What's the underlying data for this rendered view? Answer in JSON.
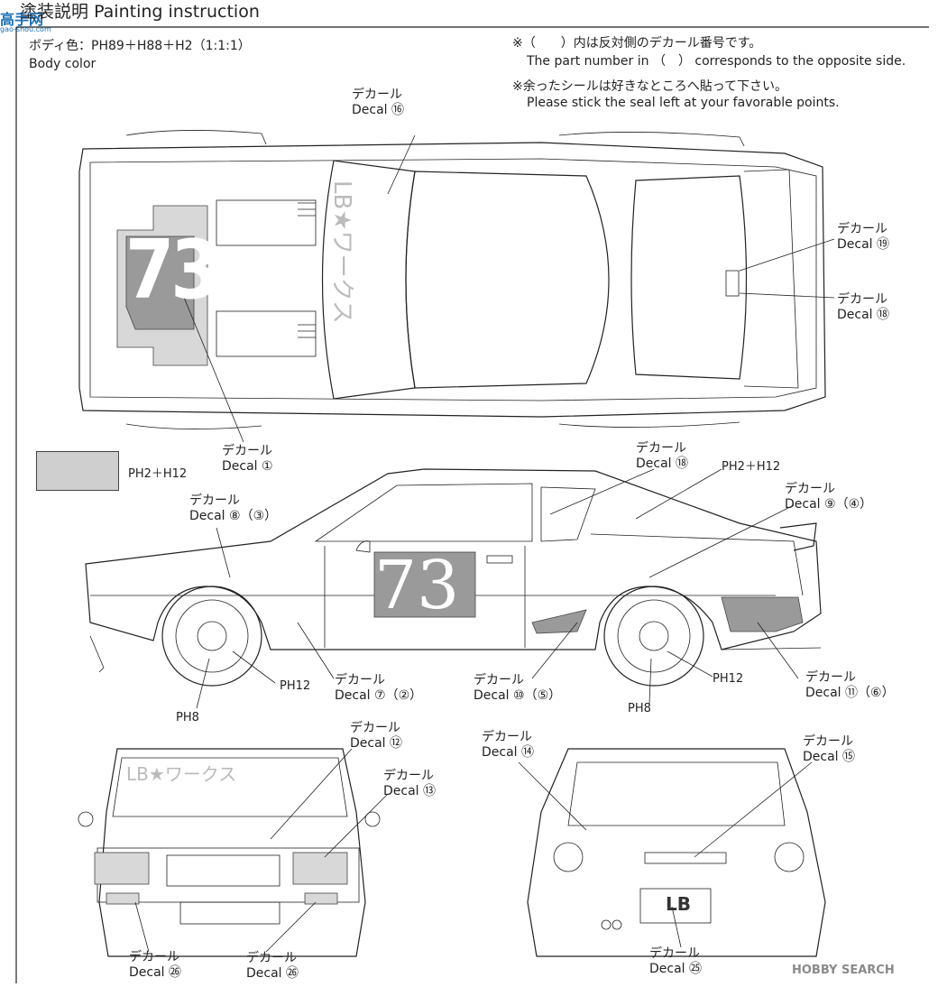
{
  "header": {
    "title_jp": "塗装説明",
    "title_en": "Painting instruction",
    "site_logo": "高手网",
    "site_sub": "gao-shou.com"
  },
  "body_color": {
    "label_jp": "ボディ色：",
    "formula": "PH89＋H88＋H2（1:1:1）",
    "label_en": "Body color"
  },
  "notes": {
    "n1_jp": "※（　　）内は反対側のデカール番号です。",
    "n1_en": "The part number in （　） corresponds to the opposite side.",
    "n2_jp": "※余ったシールは好きなところへ貼って下さい。",
    "n2_en": "Please stick the seal left at your favorable points."
  },
  "swatch": {
    "color": "#cfcfcf",
    "label": "PH2＋H12"
  },
  "decal_jp": "デカール",
  "decal_en": "Decal",
  "callouts": [
    {
      "id": "c16",
      "num": "⑯",
      "extra": ""
    },
    {
      "id": "c19",
      "num": "⑲",
      "extra": ""
    },
    {
      "id": "c18a",
      "num": "⑱",
      "extra": ""
    },
    {
      "id": "c1",
      "num": "①",
      "extra": ""
    },
    {
      "id": "c18b",
      "num": "⑱",
      "extra": ""
    },
    {
      "id": "c9",
      "num": "⑨",
      "extra": "（④）"
    },
    {
      "id": "c8",
      "num": "⑧",
      "extra": "（③）"
    },
    {
      "id": "c7",
      "num": "⑦",
      "extra": "（②）"
    },
    {
      "id": "c10",
      "num": "⑩",
      "extra": "（⑤）"
    },
    {
      "id": "c11",
      "num": "⑪",
      "extra": "（⑥）"
    },
    {
      "id": "c12",
      "num": "⑫",
      "extra": ""
    },
    {
      "id": "c13",
      "num": "⑬",
      "extra": ""
    },
    {
      "id": "c14",
      "num": "⑭",
      "extra": ""
    },
    {
      "id": "c15",
      "num": "⑮",
      "extra": ""
    },
    {
      "id": "c26a",
      "num": "㉖",
      "extra": ""
    },
    {
      "id": "c26b",
      "num": "㉖",
      "extra": ""
    },
    {
      "id": "c25",
      "num": "㉕",
      "extra": ""
    }
  ],
  "paint_labels": {
    "side_mirror": "PH2＋H12",
    "wheel_front_center": "PH12",
    "wheel_front_rim": "PH8",
    "wheel_rear_center": "PH12",
    "wheel_rear_rim": "PH8"
  },
  "car_number": "73",
  "windshield_banner": "LB★ワークス",
  "plate": "LB",
  "watermark": "HOBBY SEARCH",
  "accent_gray": "#9a9a9a"
}
